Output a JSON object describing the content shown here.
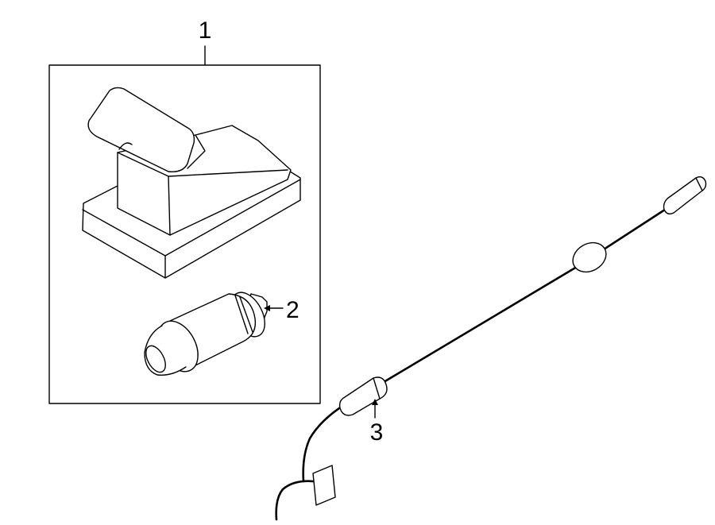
{
  "callouts": {
    "part1": "1",
    "part2": "2",
    "part3": "3"
  },
  "colors": {
    "line": "#000000",
    "background": "#ffffff"
  }
}
